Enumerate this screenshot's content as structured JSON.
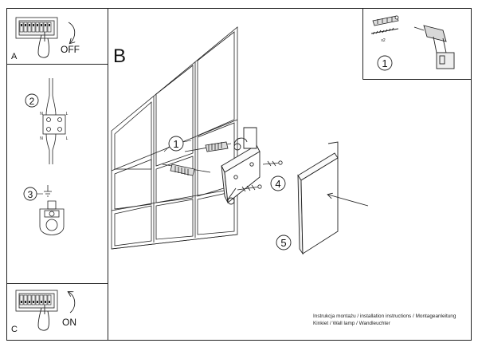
{
  "panels": {
    "a": {
      "letter": "A",
      "action": "OFF"
    },
    "b": {
      "letter": "B"
    },
    "c": {
      "letter": "C",
      "action": "ON"
    }
  },
  "steps": {
    "tools": "1",
    "wiring": "2",
    "ground": "3",
    "anchor": "1",
    "screw": "4",
    "cover": "5"
  },
  "wiring": {
    "n_top": "N",
    "l_top": "L",
    "n_bottom": "N",
    "l_bottom": "L"
  },
  "tools": {
    "quantity": "x2"
  },
  "footer": {
    "line1": "Instrukcja montażu / installation instructions / Montageanleitung",
    "line2": "Kinkiet / Wall lamp / Wandleuchter"
  }
}
